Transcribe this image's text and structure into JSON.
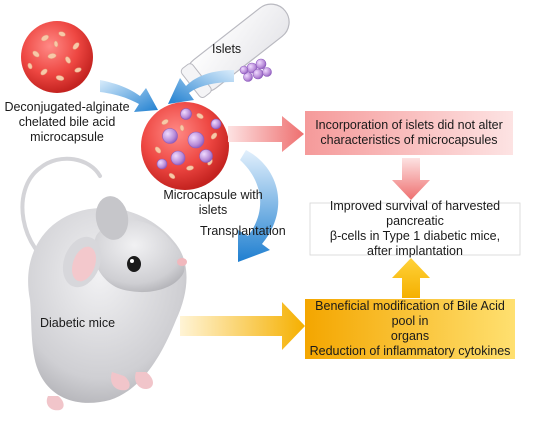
{
  "labels": {
    "islets": "Islets",
    "microcapsule_line1": "Deconjugated-alginate",
    "microcapsule_line2": "chelated bile acid",
    "microcapsule_line3": "microcapsule",
    "with_islets_line1": "Microcapsule with",
    "with_islets_line2": "islets",
    "transplantation": "Transplantation",
    "diabetic_mice": "Diabetic  mice"
  },
  "boxes": {
    "incorporation": {
      "line1": "Incorporation of islets did not alter",
      "line2": "characteristics of microcapsules"
    },
    "improved": {
      "line1": "Improved survival of harvested pancreatic",
      "line2": "β-cells in Type 1 diabetic mice,",
      "line3": "after implantation"
    },
    "beneficial": {
      "line1": "Beneficial modification of Bile Acid pool in",
      "line2": "organs",
      "line3": "Reduction of inflammatory cytokines"
    }
  },
  "colors": {
    "capsule_red": "#e8433f",
    "arrow_blue": "#2f8fd6",
    "arrow_pink": "#f08080",
    "arrow_yellow": "#f5b400",
    "box_pink": "#f6a6a6",
    "box_yellow": "#f7b500",
    "mouse_grey": "#c9c9cc",
    "islet_purple": "#9b6fc6"
  }
}
